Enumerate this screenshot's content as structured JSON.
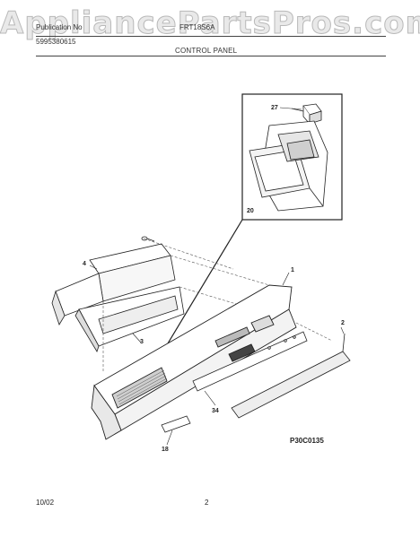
{
  "watermark": "AppliancePartsPros.com",
  "header": {
    "publication_line": "Publication No",
    "publication_number": "5995380615",
    "model": "FRT18S6A",
    "section_title": "CONTROL PANEL"
  },
  "callouts": {
    "c27": "27",
    "c20": "20",
    "c4": "4",
    "c1": "1",
    "c2": "2",
    "c3": "3",
    "c34": "34",
    "c18": "18"
  },
  "figure_code": "P30C0135",
  "footer": {
    "date": "10/02",
    "page": "2"
  }
}
